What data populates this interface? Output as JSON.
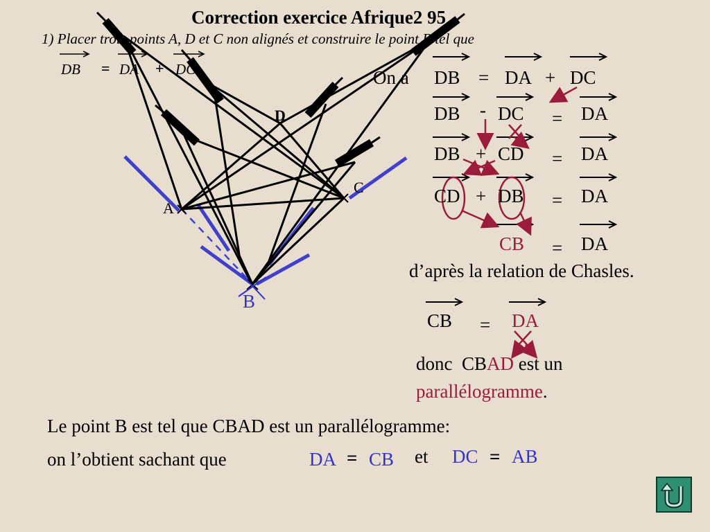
{
  "title": "Correction exercice Afrique2 95",
  "instruction": "1) Placer trois points A, D et C non alignés et construire le point B  tel que",
  "given": {
    "v1": "DB",
    "eq": "=",
    "v2": "DA",
    "plus": "+",
    "v3": "DC"
  },
  "points": {
    "A": "A",
    "B": "B",
    "C": "C",
    "D": "D"
  },
  "derivation": {
    "line1": {
      "prefix": "On a",
      "a": "DB",
      "eq": "=",
      "b": "DA",
      "op": "+",
      "c": "DC"
    },
    "line2": {
      "a": "DB",
      "op": "-",
      "b": "DC",
      "eq": "=",
      "c": "DA"
    },
    "line3": {
      "a": "DB",
      "op": "+",
      "b": "CD",
      "eq": "=",
      "c": "DA"
    },
    "line4": {
      "a": "CD",
      "op": "+",
      "b": "DB",
      "eq": "=",
      "c": "DA"
    },
    "line5": {
      "a": "CB",
      "eq": "=",
      "c": "DA"
    },
    "chasles": "d’après la relation de Chasles.",
    "line6": {
      "a": "CB",
      "eq": "=",
      "c": "DA"
    },
    "conclusion": {
      "donc": "donc",
      "cb": "CB",
      "ad": "AD",
      "rest": "est un",
      "shape": "parallélogramme",
      "dot": "."
    }
  },
  "bottom": {
    "line1": "Le point B est tel que CBAD est un parallélogramme:",
    "line2": "on l’obtient sachant que",
    "eq1": {
      "a": "DA",
      "eq": "=",
      "b": "CB"
    },
    "et": "et",
    "eq2": {
      "a": "DC",
      "eq": "=",
      "b": "AB"
    }
  },
  "colors": {
    "maroon": "#9b1b3a",
    "blue": "#3333cc",
    "background": "#e8ded0",
    "button": "#2f8f73"
  },
  "nav": {
    "return_icon": "u-turn-return-icon"
  }
}
